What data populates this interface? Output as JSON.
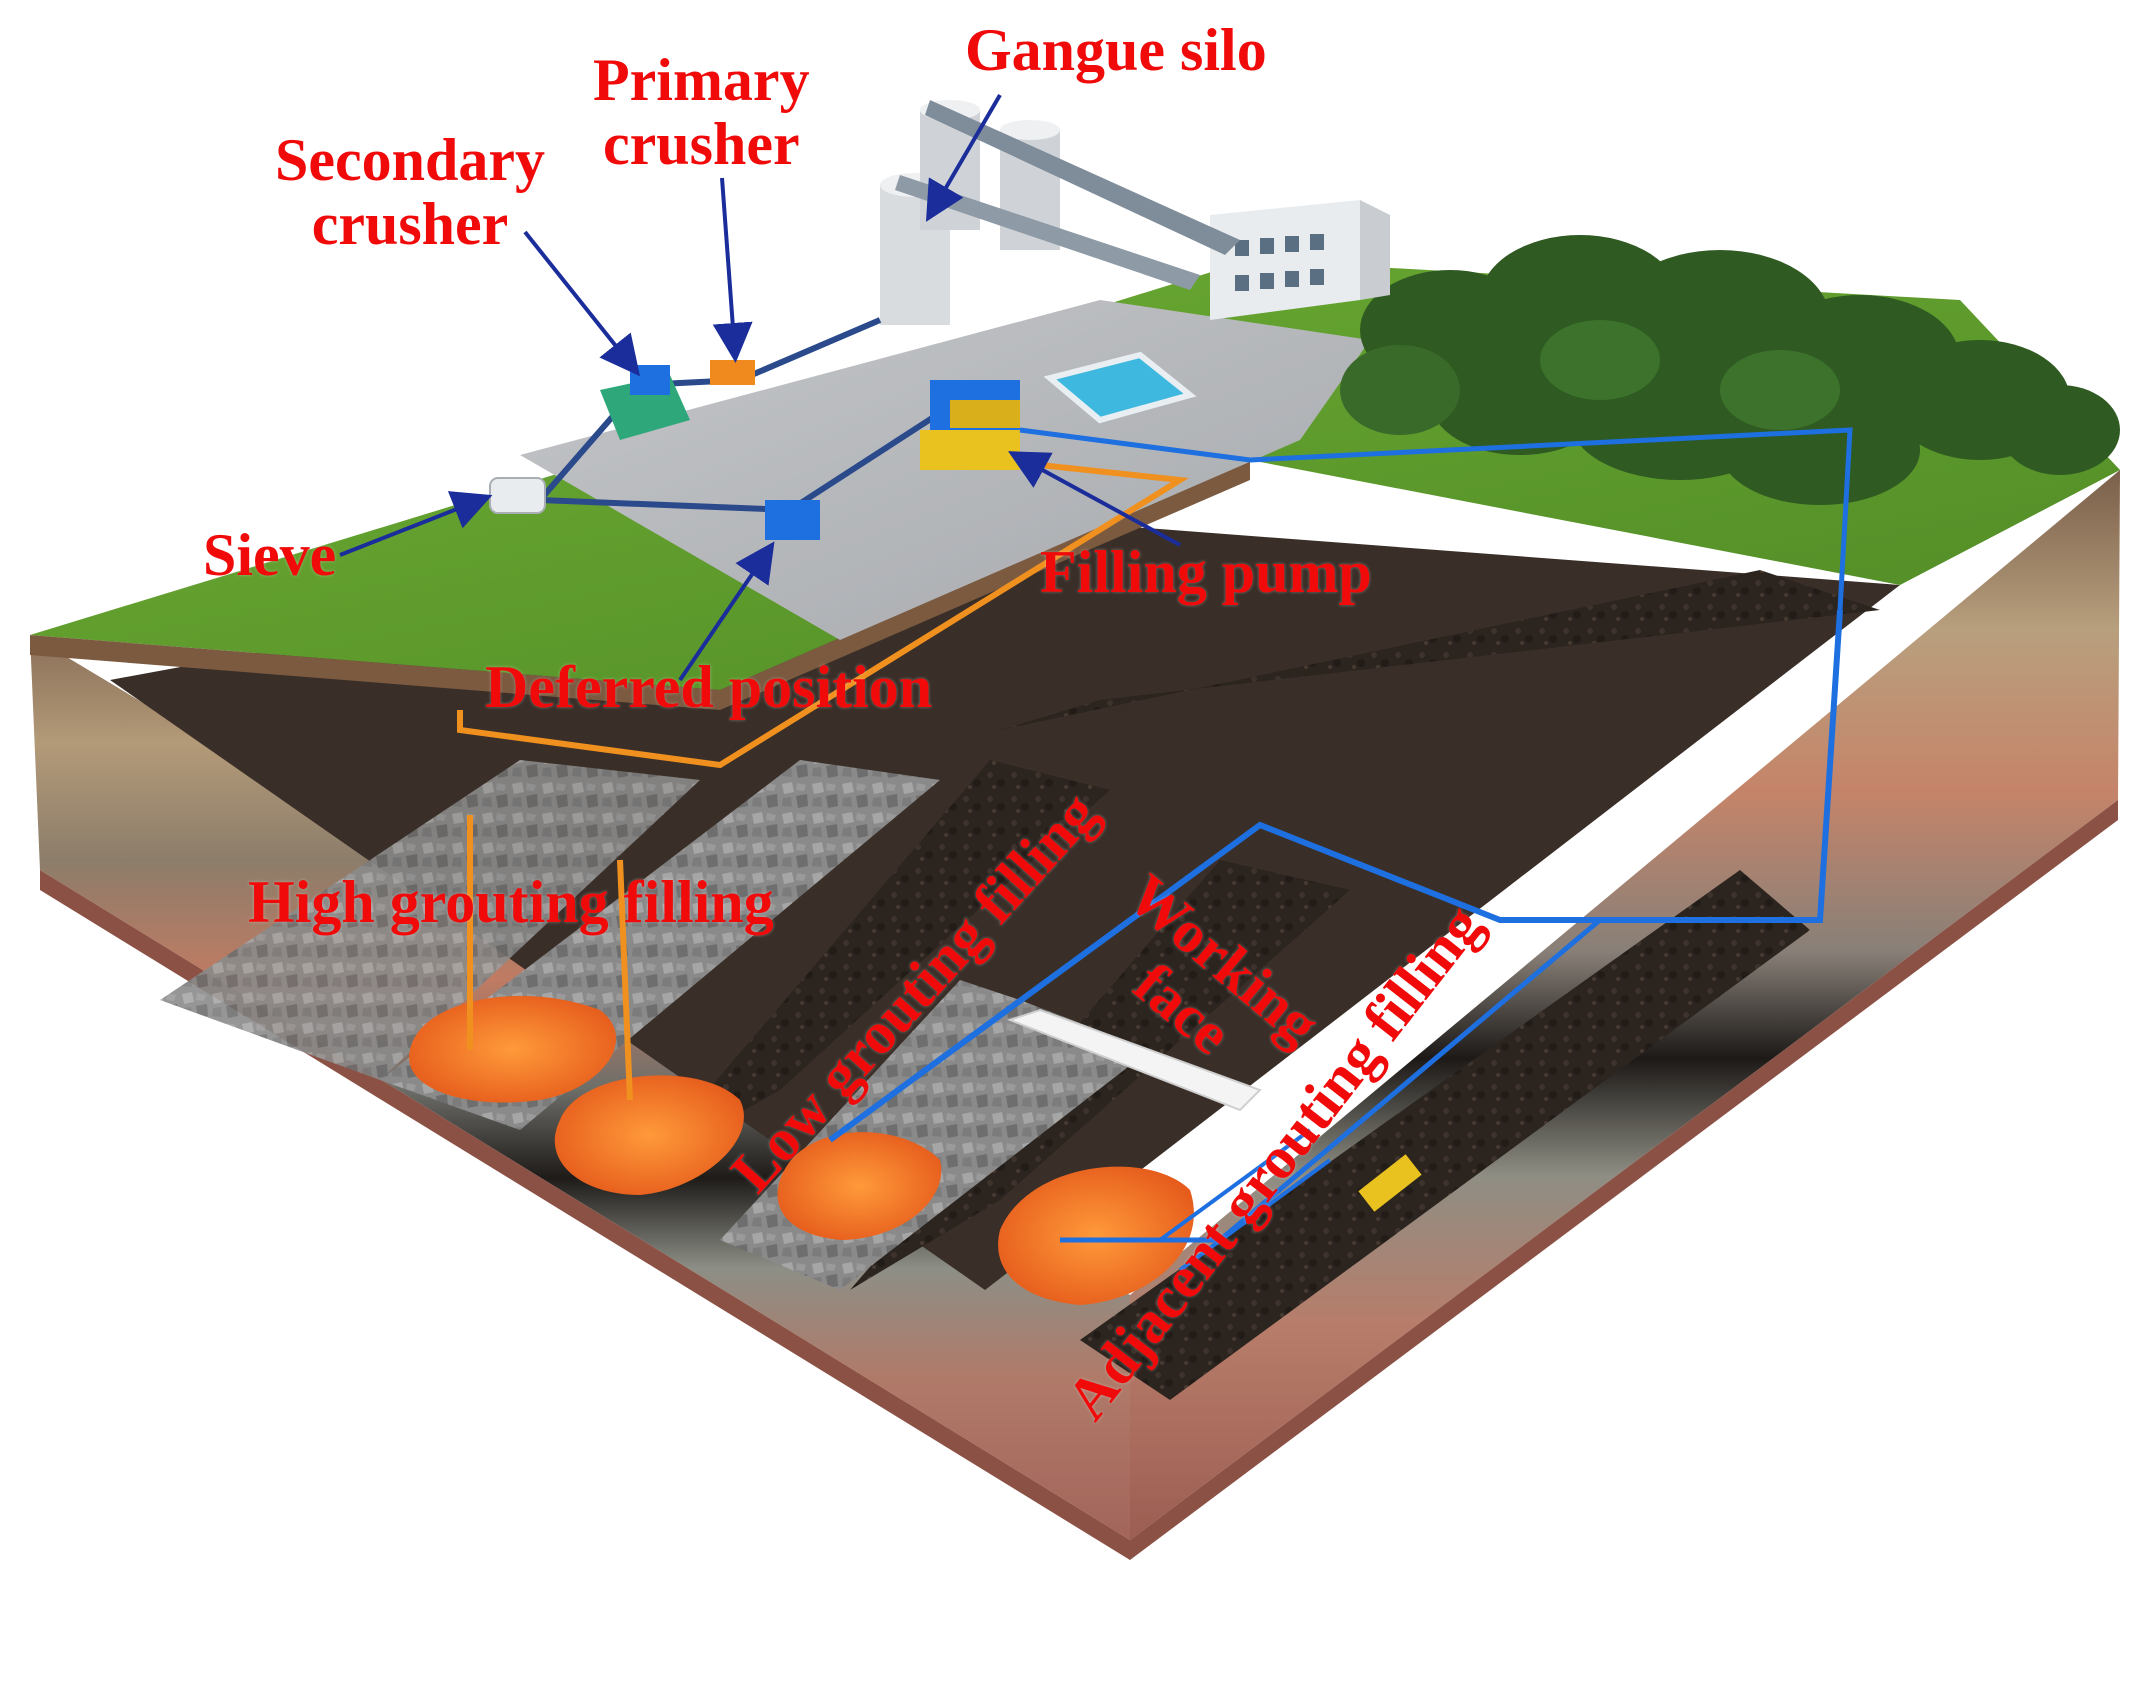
{
  "labels": {
    "gangue_silo": "Gangue silo",
    "primary_crusher": [
      "Primary",
      "crusher"
    ],
    "secondary_crusher": [
      "Secondary",
      "crusher"
    ],
    "sieve": "Sieve",
    "filling_pump": "Filling pump",
    "deferred_position": "Deferred position",
    "high_grouting_filling": "High grouting filling",
    "low_grouting_filling": "Low grouting filling",
    "working_face": [
      "Working",
      "face"
    ],
    "adjacent_grouting_filling": "Adjacent grouting filling"
  },
  "colors": {
    "label_red": "#f00a0a",
    "grass": "#5f9a2e",
    "concrete": "#b3b6b9",
    "coal": "#2c241f",
    "gangue": "#8c8c8c",
    "grout": "#f36a1d",
    "pipe_blue": "#1e6fe0",
    "pipe_orange": "#f0901f",
    "equipment_yellow": "#e9c21f",
    "trees": "#2f5a22"
  }
}
